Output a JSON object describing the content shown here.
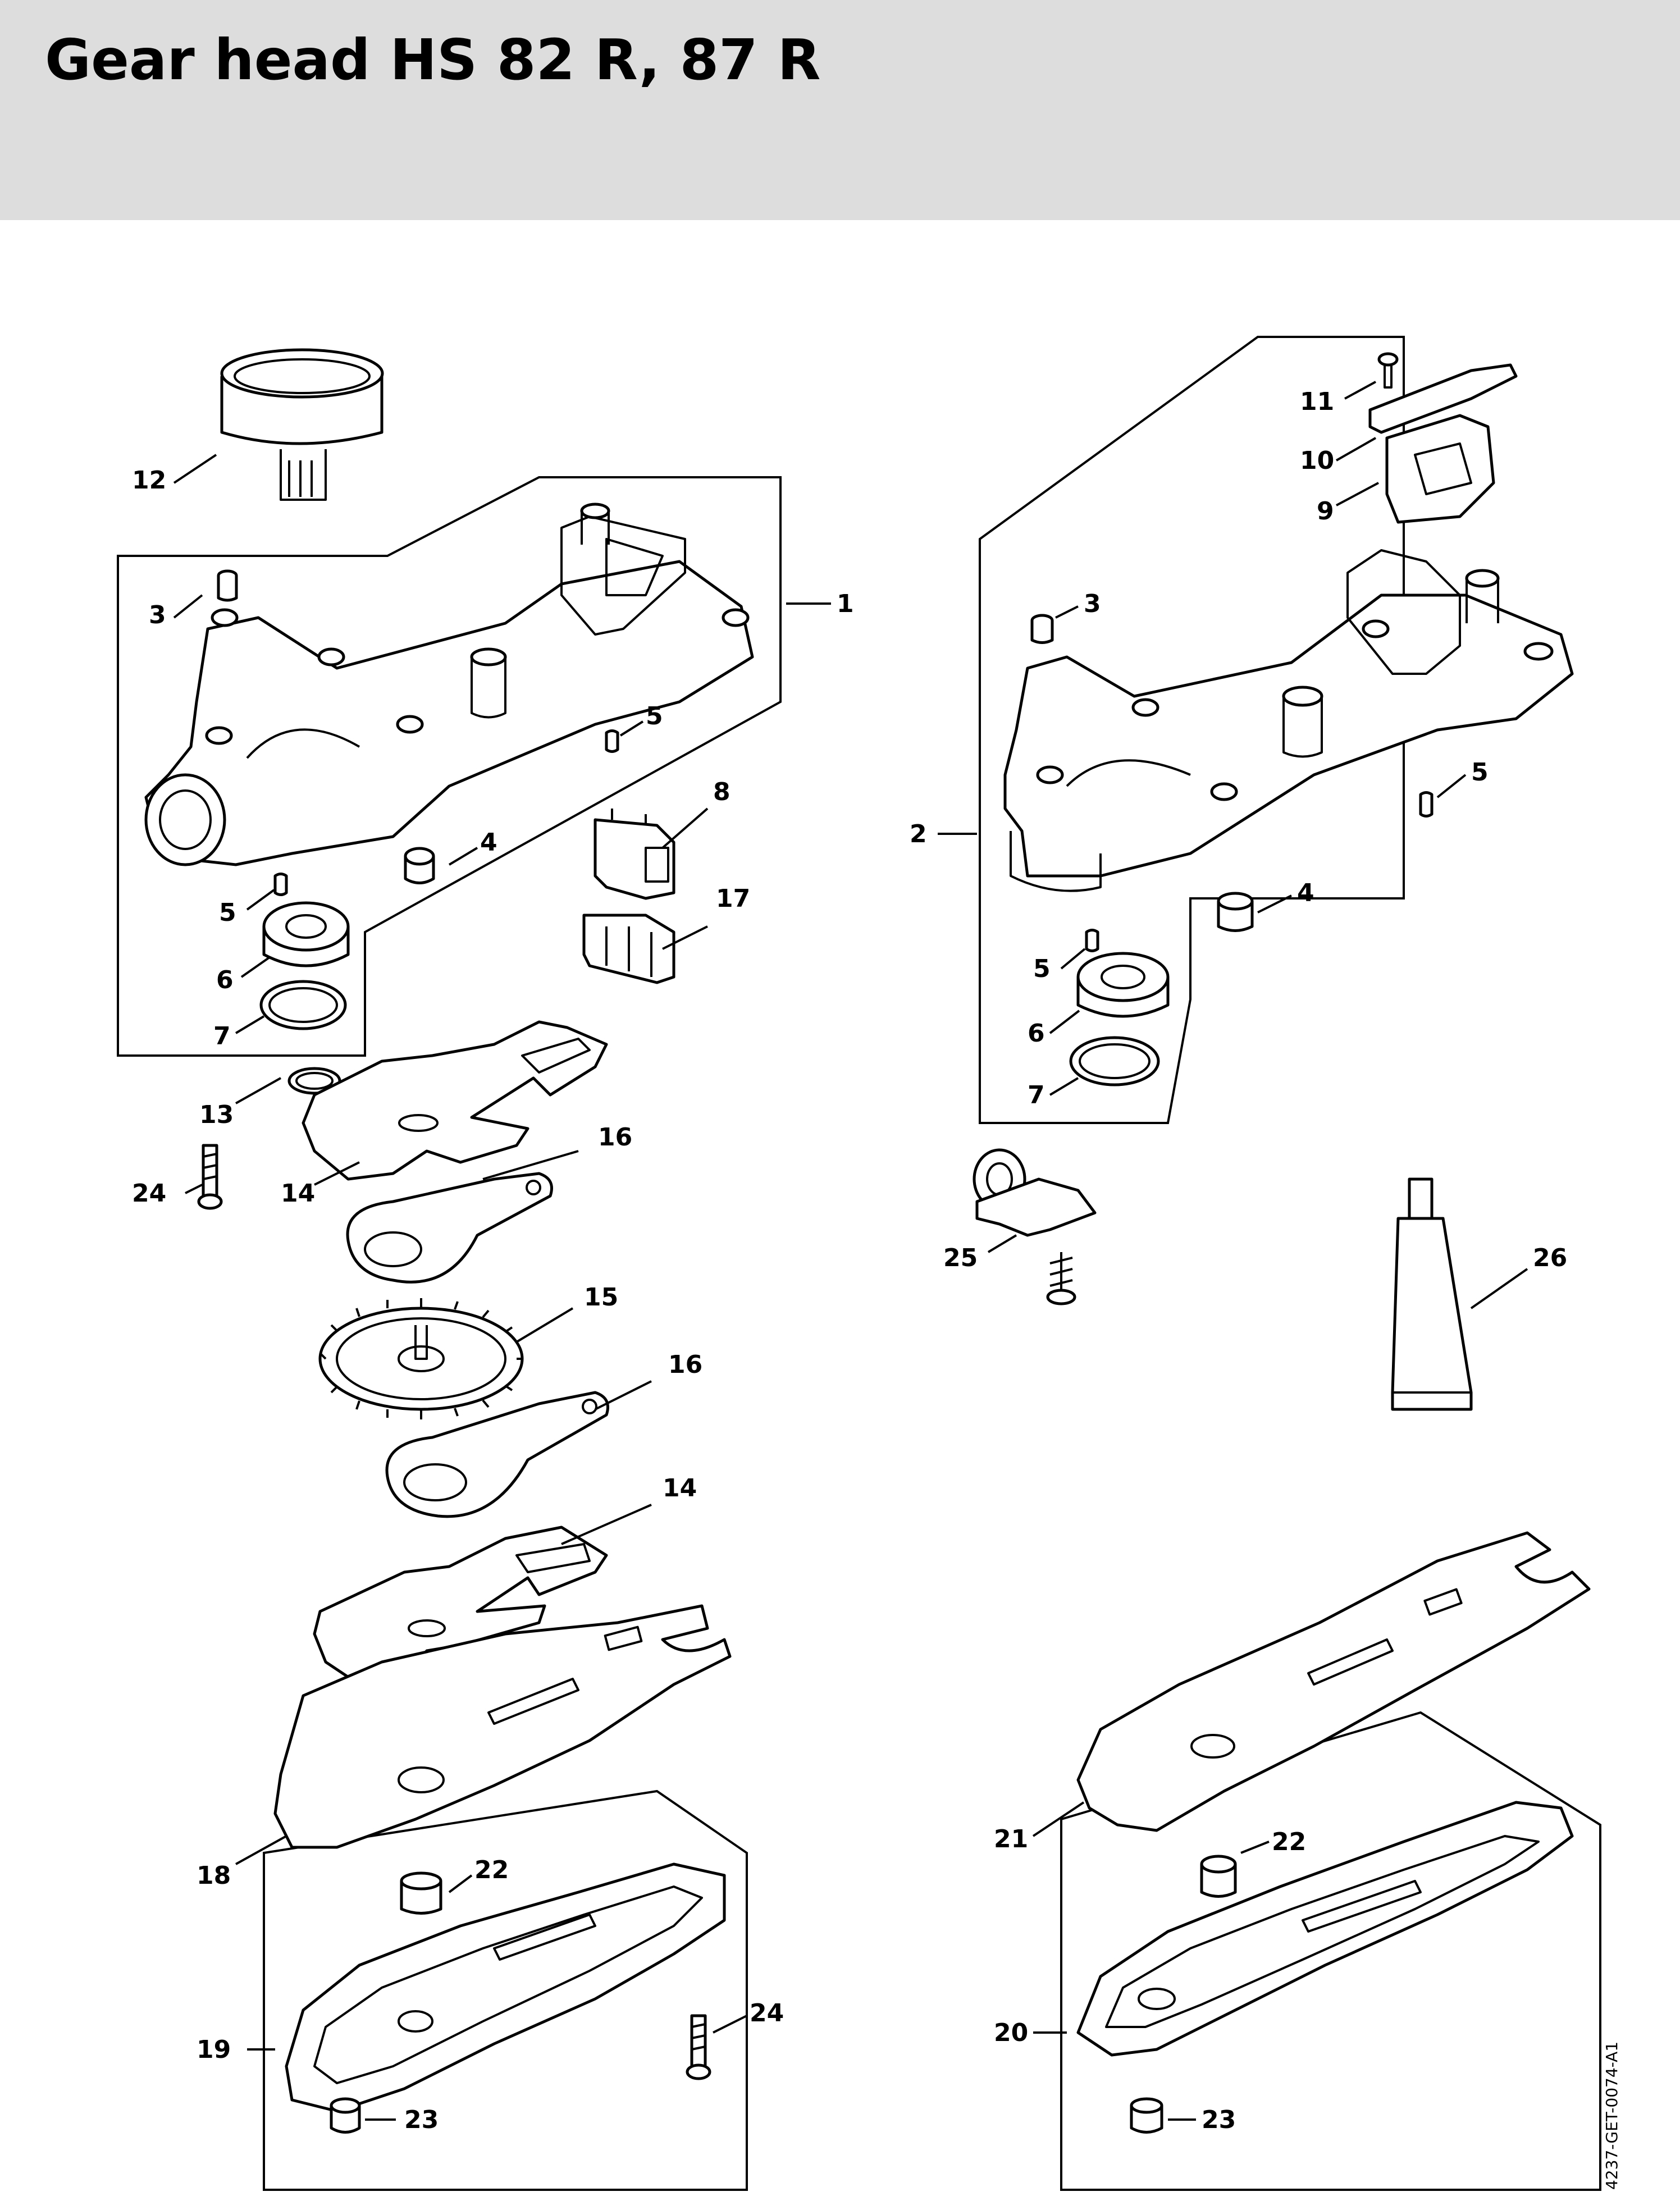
{
  "header": {
    "title": "Gear head HS 82 R, 87 R",
    "band_color": "#dddddd"
  },
  "callouts": {
    "c1": "1",
    "c2": "2",
    "c3a": "3",
    "c3b": "3",
    "c4a": "4",
    "c4b": "4",
    "c5a": "5",
    "c5b": "5",
    "c5c": "5",
    "c5d": "5",
    "c6a": "6",
    "c6b": "6",
    "c7a": "7",
    "c7b": "7",
    "c8": "8",
    "c9": "9",
    "c10": "10",
    "c11": "11",
    "c12": "12",
    "c13": "13",
    "c14a": "14",
    "c14b": "14",
    "c15": "15",
    "c16a": "16",
    "c16b": "16",
    "c17": "17",
    "c18": "18",
    "c19": "19",
    "c20": "20",
    "c21": "21",
    "c22a": "22",
    "c22b": "22",
    "c23a": "23",
    "c23b": "23",
    "c24a": "24",
    "c24b": "24",
    "c25": "25",
    "c26": "26"
  },
  "drawing_ref": "4237-GET-0074-A1",
  "colors": {
    "line": "#000000",
    "background": "#ffffff"
  }
}
